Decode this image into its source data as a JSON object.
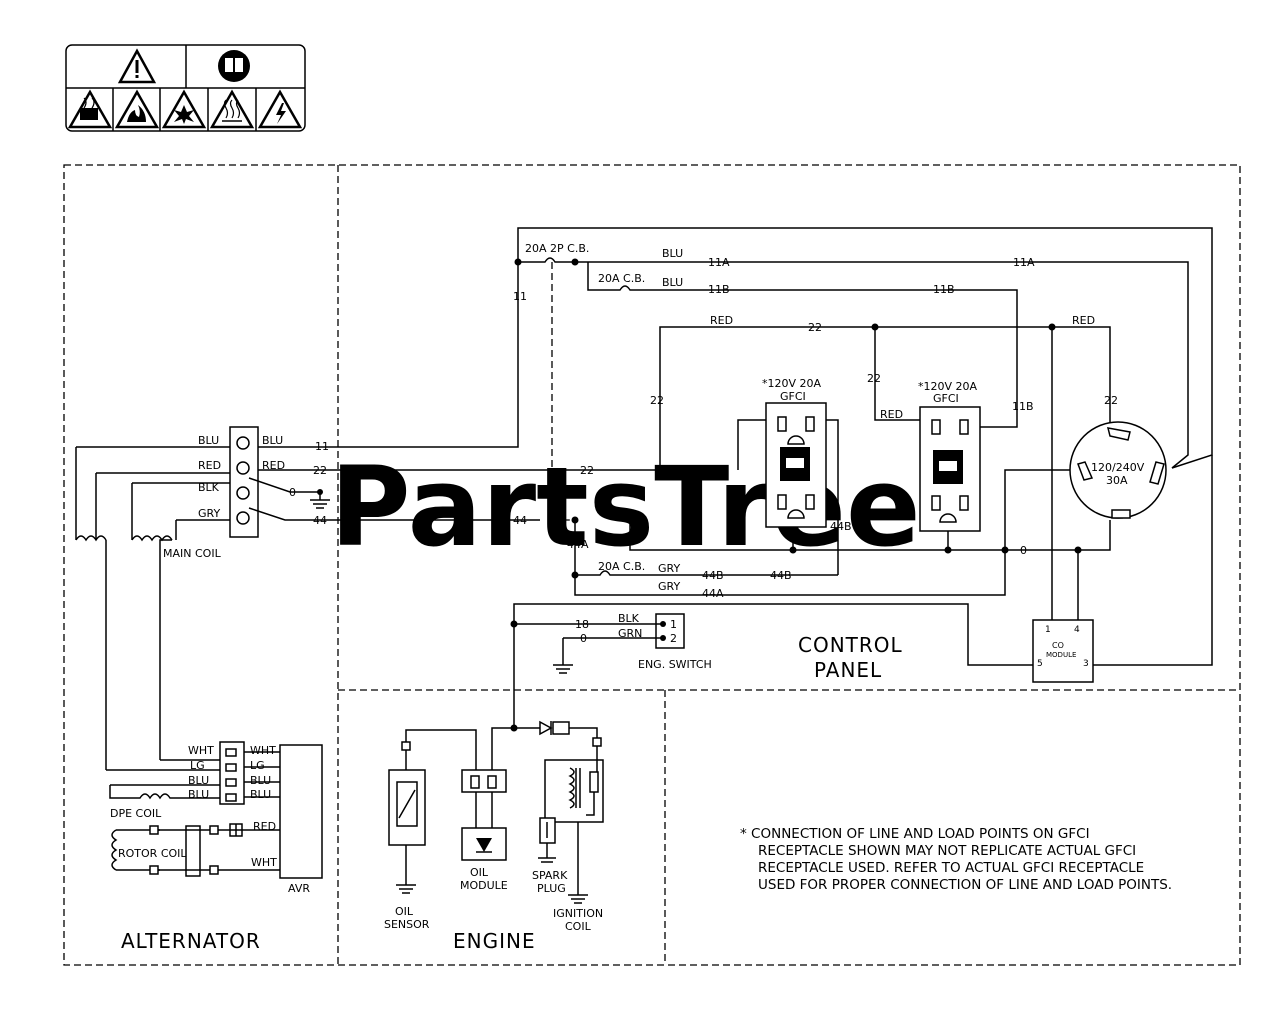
{
  "warning_labels": {
    "icons": [
      "warning-triangle-icon",
      "read-manual-icon",
      "toxic-fumes-icon",
      "fire-icon",
      "explosion-icon",
      "hot-surface-icon",
      "electric-shock-icon"
    ]
  },
  "watermark": "PartsTree",
  "sections": {
    "alternator": "ALTERNATOR",
    "engine": "ENGINE",
    "control_panel_line1": "CONTROL",
    "control_panel_line2": "PANEL"
  },
  "alternator": {
    "terminal_left": [
      "BLU",
      "RED",
      "BLK",
      "GRY"
    ],
    "terminal_right": [
      "BLU",
      "RED"
    ],
    "main_coil": "MAIN COIL",
    "avr_left": [
      "WHT",
      "LG",
      "BLU",
      "BLU"
    ],
    "avr_right": [
      "WHT",
      "LG",
      "BLU",
      "BLU"
    ],
    "dpe_coil": "DPE COIL",
    "rotor_coil": "ROTOR COIL",
    "rotor_red": "RED",
    "rotor_wht": "WHT",
    "avr": "AVR"
  },
  "wires": {
    "w11": "11",
    "w22": "22",
    "w0": "0",
    "w44": "44",
    "w44a": "44A",
    "w44b": "44B",
    "w11a": "11A",
    "w11b": "11B",
    "w18": "18",
    "blu": "BLU",
    "red": "RED",
    "gry": "GRY",
    "blk": "BLK",
    "grn": "GRN"
  },
  "breakers": {
    "main": "20A 2P C.B.",
    "b1": "20A C.B.",
    "b2": "20A C.B."
  },
  "gfci": {
    "rating": "*120V 20A",
    "name": "GFCI"
  },
  "twistlock": {
    "line1": "120/240V",
    "line2": "30A"
  },
  "co_module": {
    "name_line1": "CO",
    "name_line2": "MODULE",
    "pins": [
      "1",
      "4",
      "5",
      "3"
    ]
  },
  "eng_switch": {
    "label": "ENG. SWITCH",
    "pins": [
      "1",
      "2"
    ]
  },
  "engine": {
    "oil_sensor": [
      "OIL",
      "SENSOR"
    ],
    "oil_module": [
      "OIL",
      "MODULE"
    ],
    "spark_plug": [
      "SPARK",
      "PLUG"
    ],
    "ignition_coil": [
      "IGNITION",
      "COIL"
    ]
  },
  "footnote": [
    "* CONNECTION OF LINE AND LOAD POINTS ON GFCI",
    "RECEPTACLE SHOWN MAY NOT REPLICATE ACTUAL GFCI",
    "RECEPTACLE USED.  REFER TO ACTUAL GFCI RECEPTACLE",
    "USED FOR PROPER CONNECTION OF LINE AND LOAD POINTS."
  ]
}
